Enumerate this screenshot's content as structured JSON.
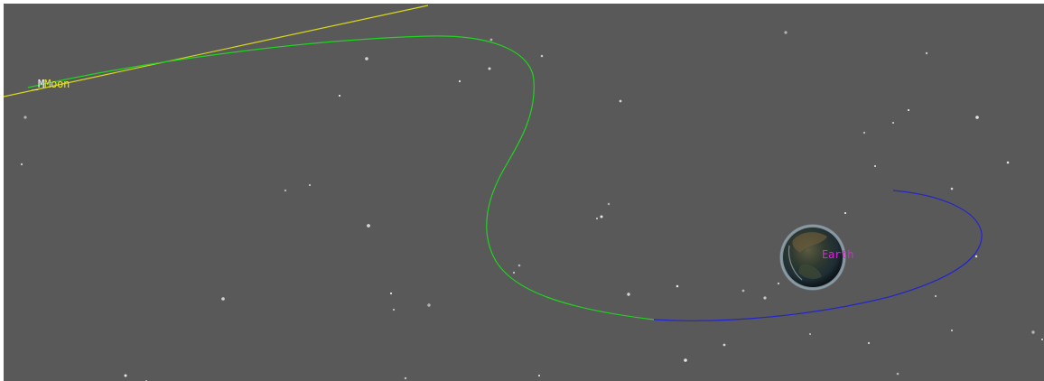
{
  "viewport": {
    "background": "#595959"
  },
  "colors": {
    "moon_orbit": "#d8d818",
    "transfer_trajectory": "#20d420",
    "earth_orbit": "#2626c8",
    "moon_label": "#e6e62a",
    "earth_label": "#e020e0",
    "star": "#ffffff"
  },
  "bodies": {
    "moon": {
      "marker": "_M",
      "name": "Moon"
    },
    "earth": {
      "name": "Earth",
      "icon": "earth-globe-icon"
    }
  }
}
